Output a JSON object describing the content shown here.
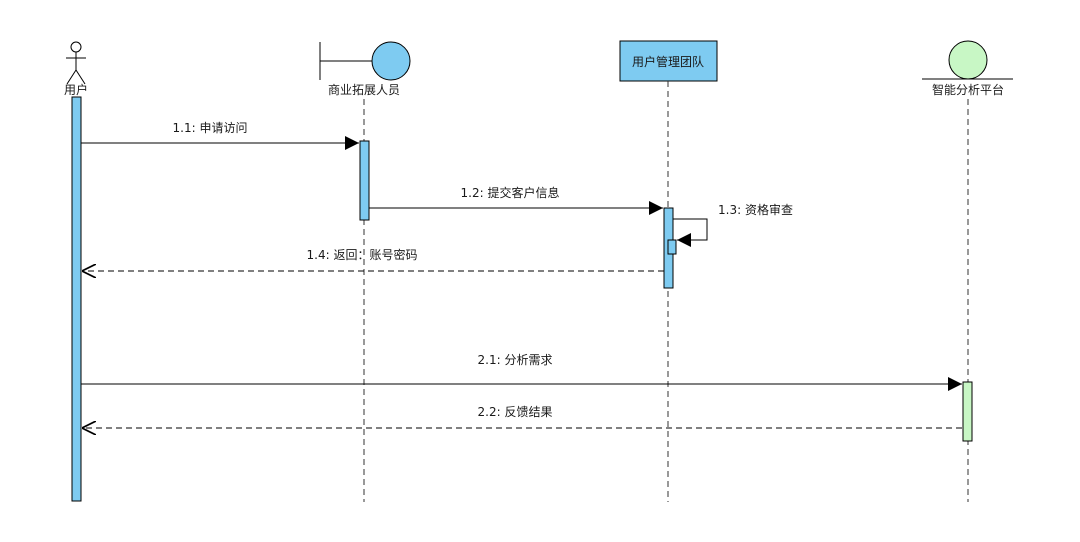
{
  "participants": {
    "user": {
      "label": "用户",
      "kind": "actor"
    },
    "bizdev": {
      "label": "商业拓展人员",
      "kind": "boundary"
    },
    "team": {
      "label": "用户管理团队",
      "kind": "class-box"
    },
    "platform": {
      "label": "智能分析平台",
      "kind": "entity"
    }
  },
  "messages": {
    "m11": "1.1: 申请访问",
    "m12": "1.2: 提交客户信息",
    "m13": "1.3: 资格审查",
    "m14": "1.4: 返回：账号密码",
    "m21": "2.1: 分析需求",
    "m22": "2.2: 反馈结果"
  },
  "colors": {
    "blue_fill": "#7ecbf1",
    "green_fill": "#c8f7c5",
    "stroke": "#000000",
    "lifeline": "#333333"
  }
}
